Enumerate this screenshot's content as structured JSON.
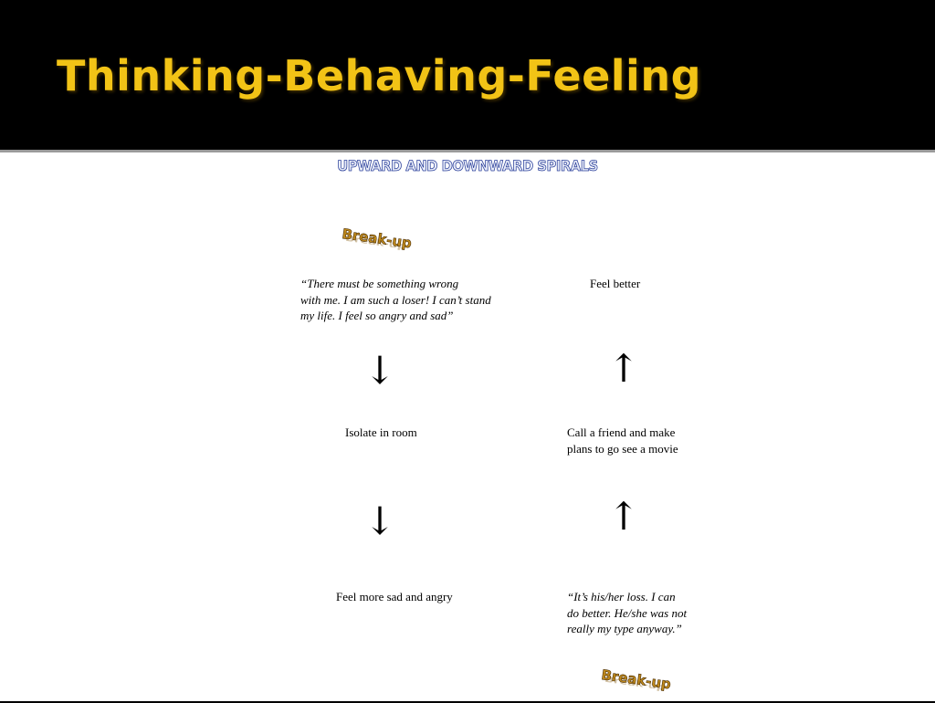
{
  "slide": {
    "title": "Thinking-Behaving-Feeling",
    "subtitle": "UPWARD AND DOWNWARD SPIRALS"
  },
  "diagram": {
    "trigger_label": "Break-up",
    "downward": {
      "thought": [
        "“There must be something wrong",
        "with me. I am such a loser! I can’t stand",
        "my life. I feel so angry and sad”"
      ],
      "behavior": "Isolate in room",
      "feeling": "Feel more sad and angry"
    },
    "upward": {
      "thought": [
        "“It’s his/her loss.  I can",
        "do better. He/she was not",
        "really my type anyway.”"
      ],
      "behavior": [
        "Call a friend and make",
        "plans to go see a movie"
      ],
      "feeling": "Feel better"
    },
    "arrows": {
      "down": "↓",
      "up": "↑"
    }
  },
  "colors": {
    "title": "#f2c316",
    "background_header": "#000000",
    "background_content": "#ffffff",
    "subtitle_outline": "#2a3f9a",
    "breakup_fill": "#c08a1c"
  }
}
